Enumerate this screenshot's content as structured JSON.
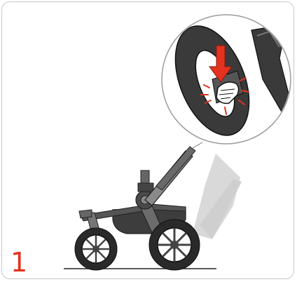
{
  "step": {
    "number": "1"
  },
  "colors": {
    "accent": "#e3321f",
    "frame": "#c9c9c9",
    "shadow": "#d9d9d9",
    "frame_dark": "#3c3c3c",
    "tire": "#2a2a2a"
  },
  "illustration": {
    "subject": "stroller-chassis",
    "detail": "zoomed-handle-button-press",
    "icons": [
      "arrow-down-icon",
      "hand-icon",
      "click-marks-icon"
    ]
  }
}
